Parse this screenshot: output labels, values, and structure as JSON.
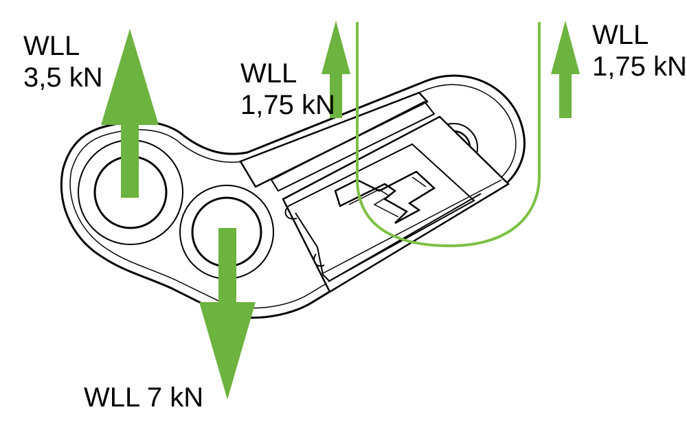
{
  "labels": {
    "left": {
      "line1": "WLL",
      "line2": "3,5 kN"
    },
    "middle": {
      "line1": "WLL",
      "line2": "1,75 kN"
    },
    "right": {
      "line1": "WLL",
      "line2": "1,75 kN"
    },
    "bottom": {
      "line1": "WLL 7 kN"
    }
  },
  "colors": {
    "arrow": "#6db33f",
    "rope": "#7cc045",
    "outline": "#000000",
    "body_fill": "#ffffff"
  }
}
